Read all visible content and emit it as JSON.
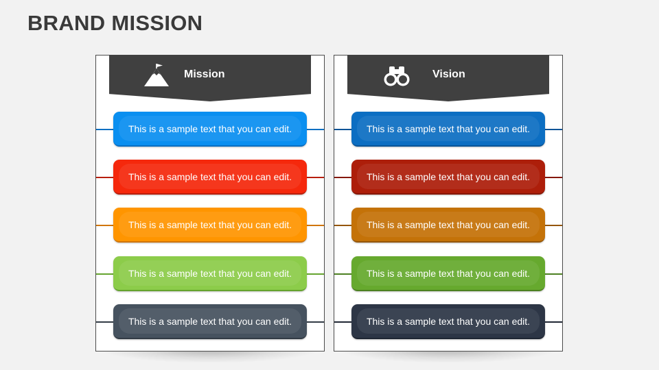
{
  "title": "BRAND MISSION",
  "columns": [
    {
      "label": "Mission",
      "icon": "mountain-flag-icon",
      "items": [
        {
          "text": "This is a sample text that you can edit.",
          "color": "#0a8ff0",
          "dark": "#0a6fc2"
        },
        {
          "text": "This is a sample text that you can edit.",
          "color": "#f5280c",
          "dark": "#b81e0c"
        },
        {
          "text": "This is a sample text that you can edit.",
          "color": "#ff9500",
          "dark": "#d07508"
        },
        {
          "text": "This is a sample text that you can edit.",
          "color": "#8ccc4a",
          "dark": "#64a32e"
        },
        {
          "text": "This is a sample text that you can edit.",
          "color": "#46525f",
          "dark": "#323b45"
        }
      ]
    },
    {
      "label": "Vision",
      "icon": "binoculars-icon",
      "items": [
        {
          "text": "This is a sample text that you can edit.",
          "color": "#0c6ec2",
          "dark": "#095497"
        },
        {
          "text": "This is a sample text that you can edit.",
          "color": "#ad1e0a",
          "dark": "#851707"
        },
        {
          "text": "This is a sample text that you can edit.",
          "color": "#c47208",
          "dark": "#94560a"
        },
        {
          "text": "This is a sample text that you can edit.",
          "color": "#66a92e",
          "dark": "#4c8020"
        },
        {
          "text": "This is a sample text that you can edit.",
          "color": "#2d3646",
          "dark": "#1f2633"
        }
      ]
    }
  ]
}
